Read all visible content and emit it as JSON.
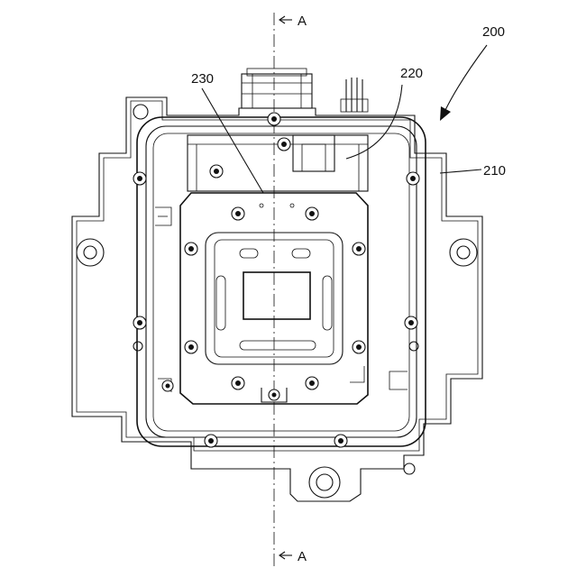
{
  "figure": {
    "section_marker": "A",
    "labels": {
      "assembly": "200",
      "housing": "210",
      "top_module": "220",
      "center_plate": "230"
    }
  }
}
